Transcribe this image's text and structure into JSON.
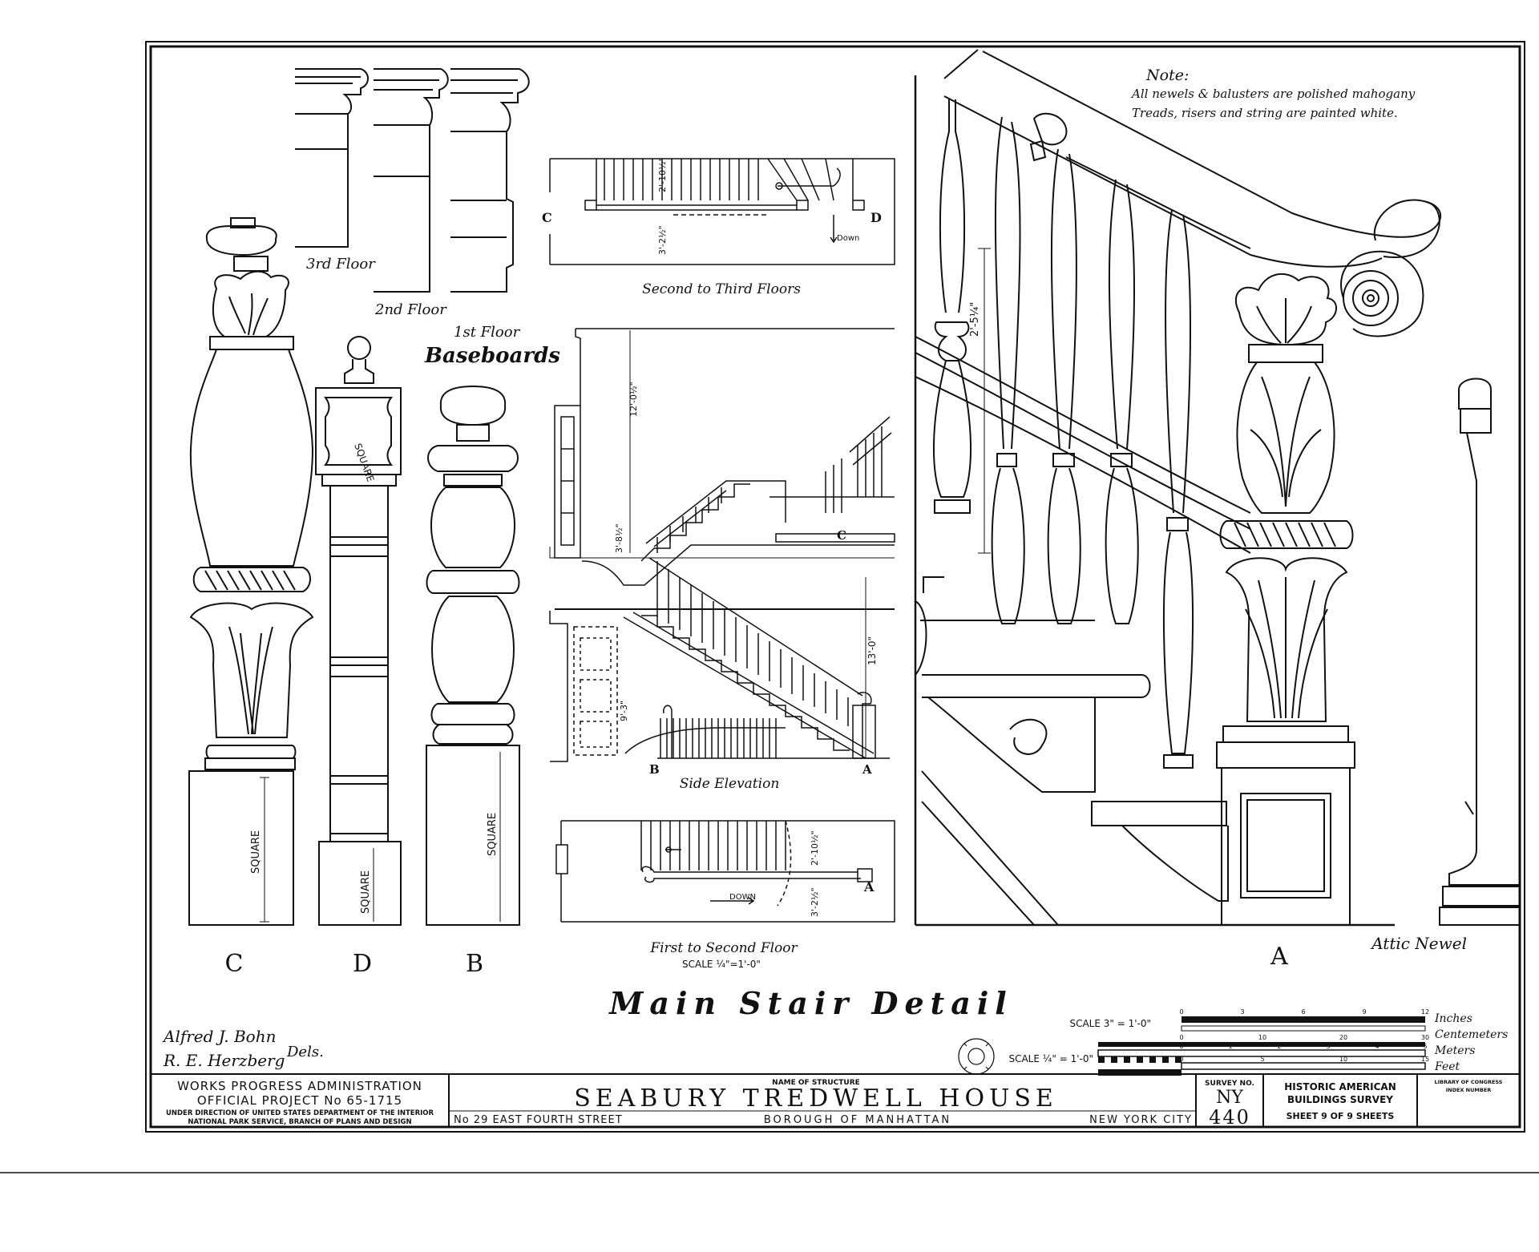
{
  "note": {
    "heading": "Note:",
    "line1": "All newels & balusters are polished mahogany",
    "line2": "Treads, risers and string are painted white."
  },
  "baseboards": {
    "title": "Baseboards",
    "floor3": "3rd Floor",
    "floor2": "2nd Floor",
    "floor1": "1st Floor"
  },
  "plans": {
    "second_to_third": "Second to Third Floors",
    "side_elevation": "Side Elevation",
    "first_to_second": "First to Second Floor",
    "plan_scale": "SCALE ¼\"=1'-0\"",
    "down1": "Down",
    "down2": "DOWN",
    "dim_2_10_1": "2'-10½\"",
    "dim_3_2_1": "3'-2½\"",
    "dim_12": "12'-0½\"",
    "dim_3_8": "3'-8½\"",
    "dim_13": "13'-0\"",
    "dim_9_3": "9'-3\"",
    "dim_2_10_2": "2'-10½\"",
    "dim_3_2_2": "3'-2½\"",
    "dim_2_5": "2'-5¼\""
  },
  "markers": {
    "C": "C",
    "D": "D",
    "B": "B",
    "A": "A"
  },
  "newels": {
    "square1": "SQUARE",
    "square2": "SQUARE",
    "square3": "SQUARE",
    "square4": "SQUARE",
    "attic": "Attic Newel"
  },
  "main_title": "Main Stair Detail",
  "scales": {
    "scale_3in": "SCALE 3\" = 1'-0\"",
    "scale_quarter": "SCALE ¼\" = 1'-0\"",
    "unit_inches": "Inches",
    "unit_cm": "Centemeters",
    "unit_m": "Meters",
    "unit_ft": "Feet",
    "ticks_in": [
      "0",
      "3",
      "6",
      "9",
      "12"
    ],
    "ticks_cm": [
      "0",
      "10",
      "20",
      "30"
    ],
    "ticks_m": [
      "0",
      "1",
      "2",
      "3",
      "4",
      "5"
    ],
    "ticks_ft": [
      "0",
      "5",
      "10",
      "15"
    ]
  },
  "delineators": {
    "name1": "Alfred J. Bohn",
    "name2": "R. E. Herzberg",
    "dels": "Dels."
  },
  "title_block": {
    "wpa1": "WORKS PROGRESS ADMINISTRATION",
    "wpa2": "OFFICIAL PROJECT No 65-1715",
    "wpa3": "UNDER DIRECTION OF UNITED STATES DEPARTMENT OF THE INTERIOR",
    "wpa4": "NATIONAL PARK SERVICE, BRANCH OF PLANS AND DESIGN",
    "name_label": "NAME OF STRUCTURE",
    "structure": "SEABURY TREDWELL HOUSE",
    "addr_street": "No 29 EAST FOURTH STREET",
    "addr_borough": "BOROUGH OF MANHATTAN",
    "addr_city": "NEW YORK CITY",
    "survey_label": "SURVEY NO.",
    "survey_state": "NY",
    "survey_num": "440",
    "habs1": "HISTORIC AMERICAN",
    "habs2": "BUILDINGS SURVEY",
    "sheet": "SHEET 9 OF 9 SHEETS",
    "loc1": "LIBRARY OF CONGRESS",
    "loc2": "INDEX NUMBER"
  }
}
